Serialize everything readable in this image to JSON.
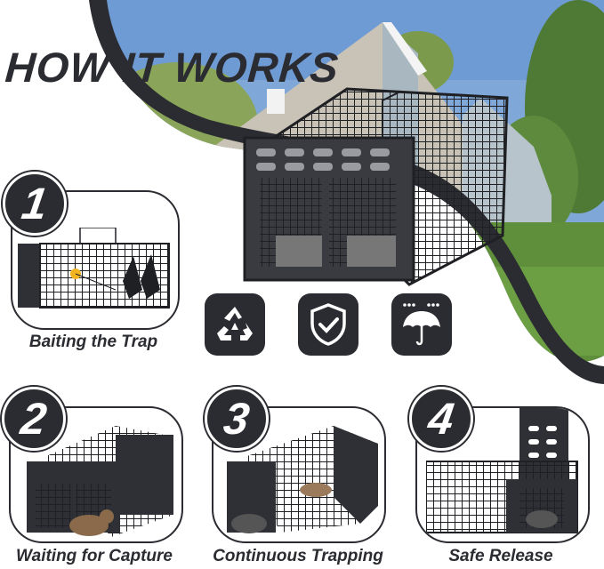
{
  "title": "HOW IT WORKS",
  "colors": {
    "dark": "#2b2c31",
    "sky": "#7fa7d8",
    "grass": "#5f8f3a",
    "house": "#c9c2b6",
    "bait": "#f2b320"
  },
  "hero": {
    "image": "outdoor-house-lawn-scene",
    "product": "two-door-rat-trap-cage"
  },
  "features": [
    {
      "icon": "recycle-icon"
    },
    {
      "icon": "shield-check-icon"
    },
    {
      "icon": "rain-umbrella-icon"
    }
  ],
  "steps": [
    {
      "number": "1",
      "label": "Baiting the Trap"
    },
    {
      "number": "2",
      "label": "Waiting for Capture"
    },
    {
      "number": "3",
      "label": "Continuous Trapping"
    },
    {
      "number": "4",
      "label": "Safe Release"
    }
  ]
}
